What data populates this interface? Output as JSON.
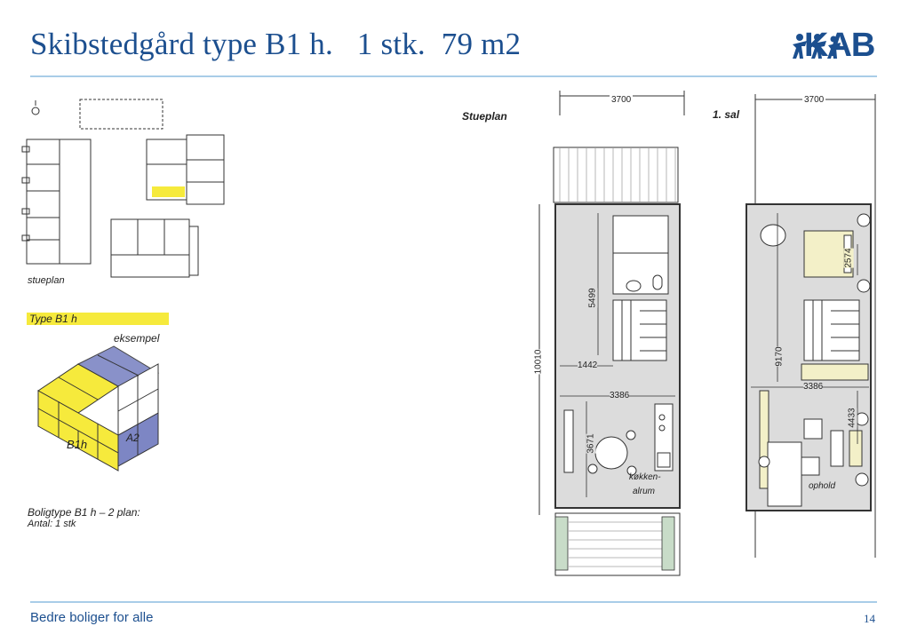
{
  "header": {
    "title": "Skibstedgård type B1 h.   1 stk.  79 m2",
    "logo_text": "KAB"
  },
  "left": {
    "site_label": "stueplan",
    "type_label": "Type B1 h",
    "example_label": "eksempel",
    "iso_label_b1h": "B1h",
    "iso_label_a2": "A2",
    "desc_line1": "Boligtype B1 h – 2 plan:",
    "desc_line2": "Antal: 1 stk"
  },
  "plans": {
    "ground": {
      "title": "Stueplan",
      "dim_width": "3700",
      "dim_total": "10010",
      "dim_upper": "5499",
      "dim_stair": "1442",
      "dim_inner": "3386",
      "dim_kitchen": "3671",
      "room_kitchen_1": "køkken-",
      "room_kitchen_2": "alrum"
    },
    "first": {
      "title": "1. sal",
      "dim_width": "3700",
      "dim_bed": "2574",
      "dim_total": "9170",
      "dim_inner": "3386",
      "dim_living": "4433",
      "room_living": "ophold"
    }
  },
  "footer": {
    "tagline": "Bedre boliger for alle",
    "page": "14"
  },
  "colors": {
    "brand_blue": "#1c4f8f",
    "rule": "#a9cde8",
    "yellow": "#f6ea3c",
    "iso_blue": "#7d86c4"
  }
}
